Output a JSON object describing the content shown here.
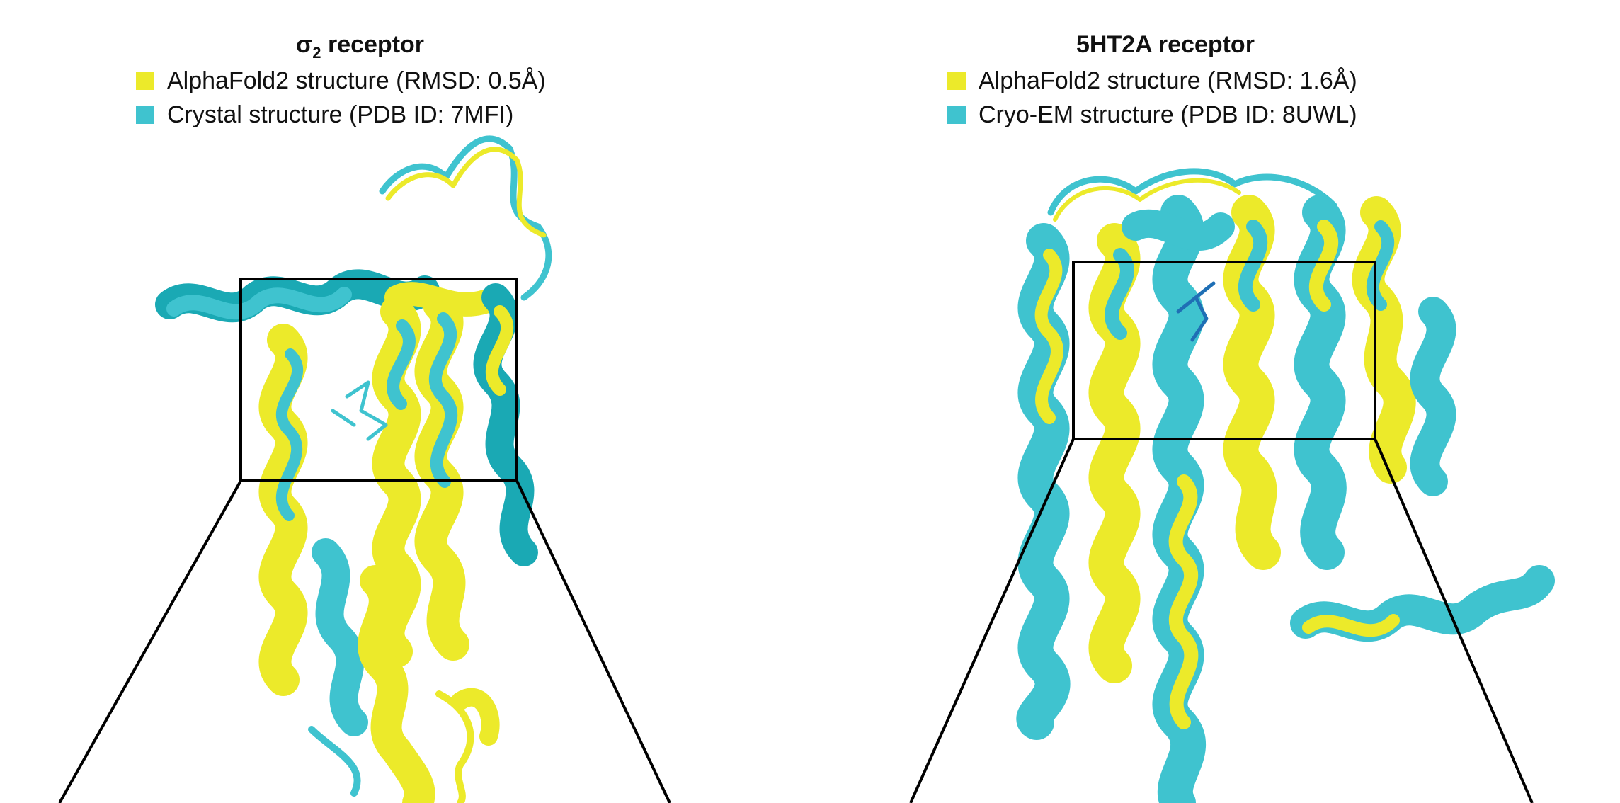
{
  "colors": {
    "alphafold": "#ecea2a",
    "experimental": "#3fc3cf",
    "frame": "#000000"
  },
  "panels": [
    {
      "title_main": "σ",
      "title_sub": "2",
      "title_rest": " receptor",
      "legend": [
        {
          "label": "AlphaFold2 structure (RMSD: 0.5Å)",
          "color": "#ecea2a"
        },
        {
          "label": "Crystal structure (PDB ID: 7MFI)",
          "color": "#3fc3cf"
        }
      ]
    },
    {
      "title": "5HT2A receptor",
      "legend": [
        {
          "label": "AlphaFold2 structure (RMSD: 1.6Å)",
          "color": "#ecea2a"
        },
        {
          "label": "Cryo-EM structure (PDB ID: 8UWL)",
          "color": "#3fc3cf"
        }
      ]
    }
  ]
}
